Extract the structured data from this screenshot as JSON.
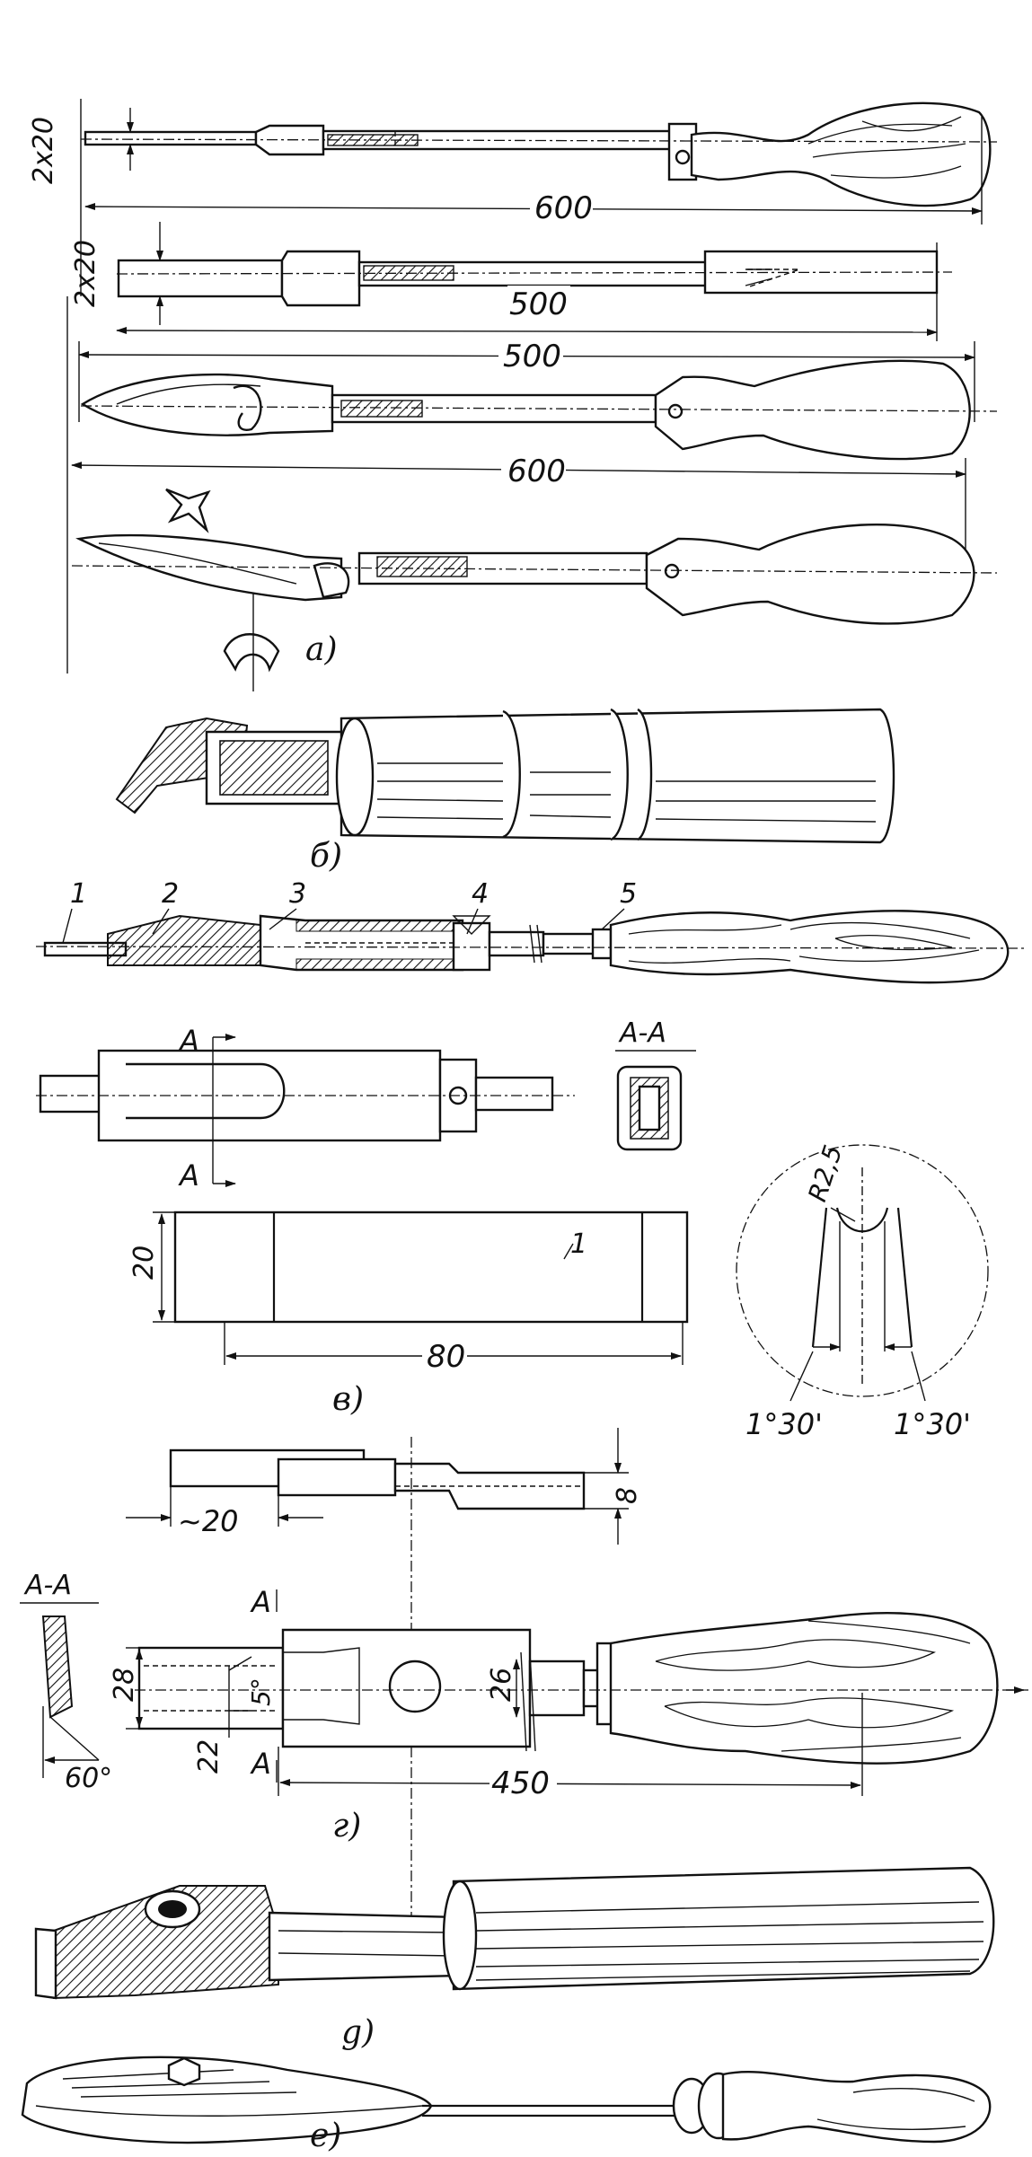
{
  "tools": {
    "a": {
      "caption": "а)",
      "dims": [
        "2x20",
        "600",
        "2x20",
        "500",
        "500",
        "600"
      ]
    },
    "b": {
      "caption": "б)"
    },
    "v": {
      "caption": "в)",
      "parts": [
        "1",
        "2",
        "3",
        "4",
        "5"
      ],
      "section_label": "А-А",
      "cut_mark": "А",
      "blank_part": "1",
      "blank_height": "20",
      "blank_length": "80",
      "radius": "R2,5",
      "angle_left": "1°30'",
      "angle_right": "1°30'"
    },
    "g": {
      "caption": "г)",
      "tip_len": "~20",
      "tip_thk": "8",
      "section_label": "А-А",
      "cut_mark": "А",
      "w28": "28",
      "w22": "22",
      "angle5": "5°",
      "w26": "26",
      "len450": "450",
      "angle60": "60°"
    },
    "d": {
      "caption": "g)"
    },
    "e": {
      "caption": "е)"
    }
  }
}
